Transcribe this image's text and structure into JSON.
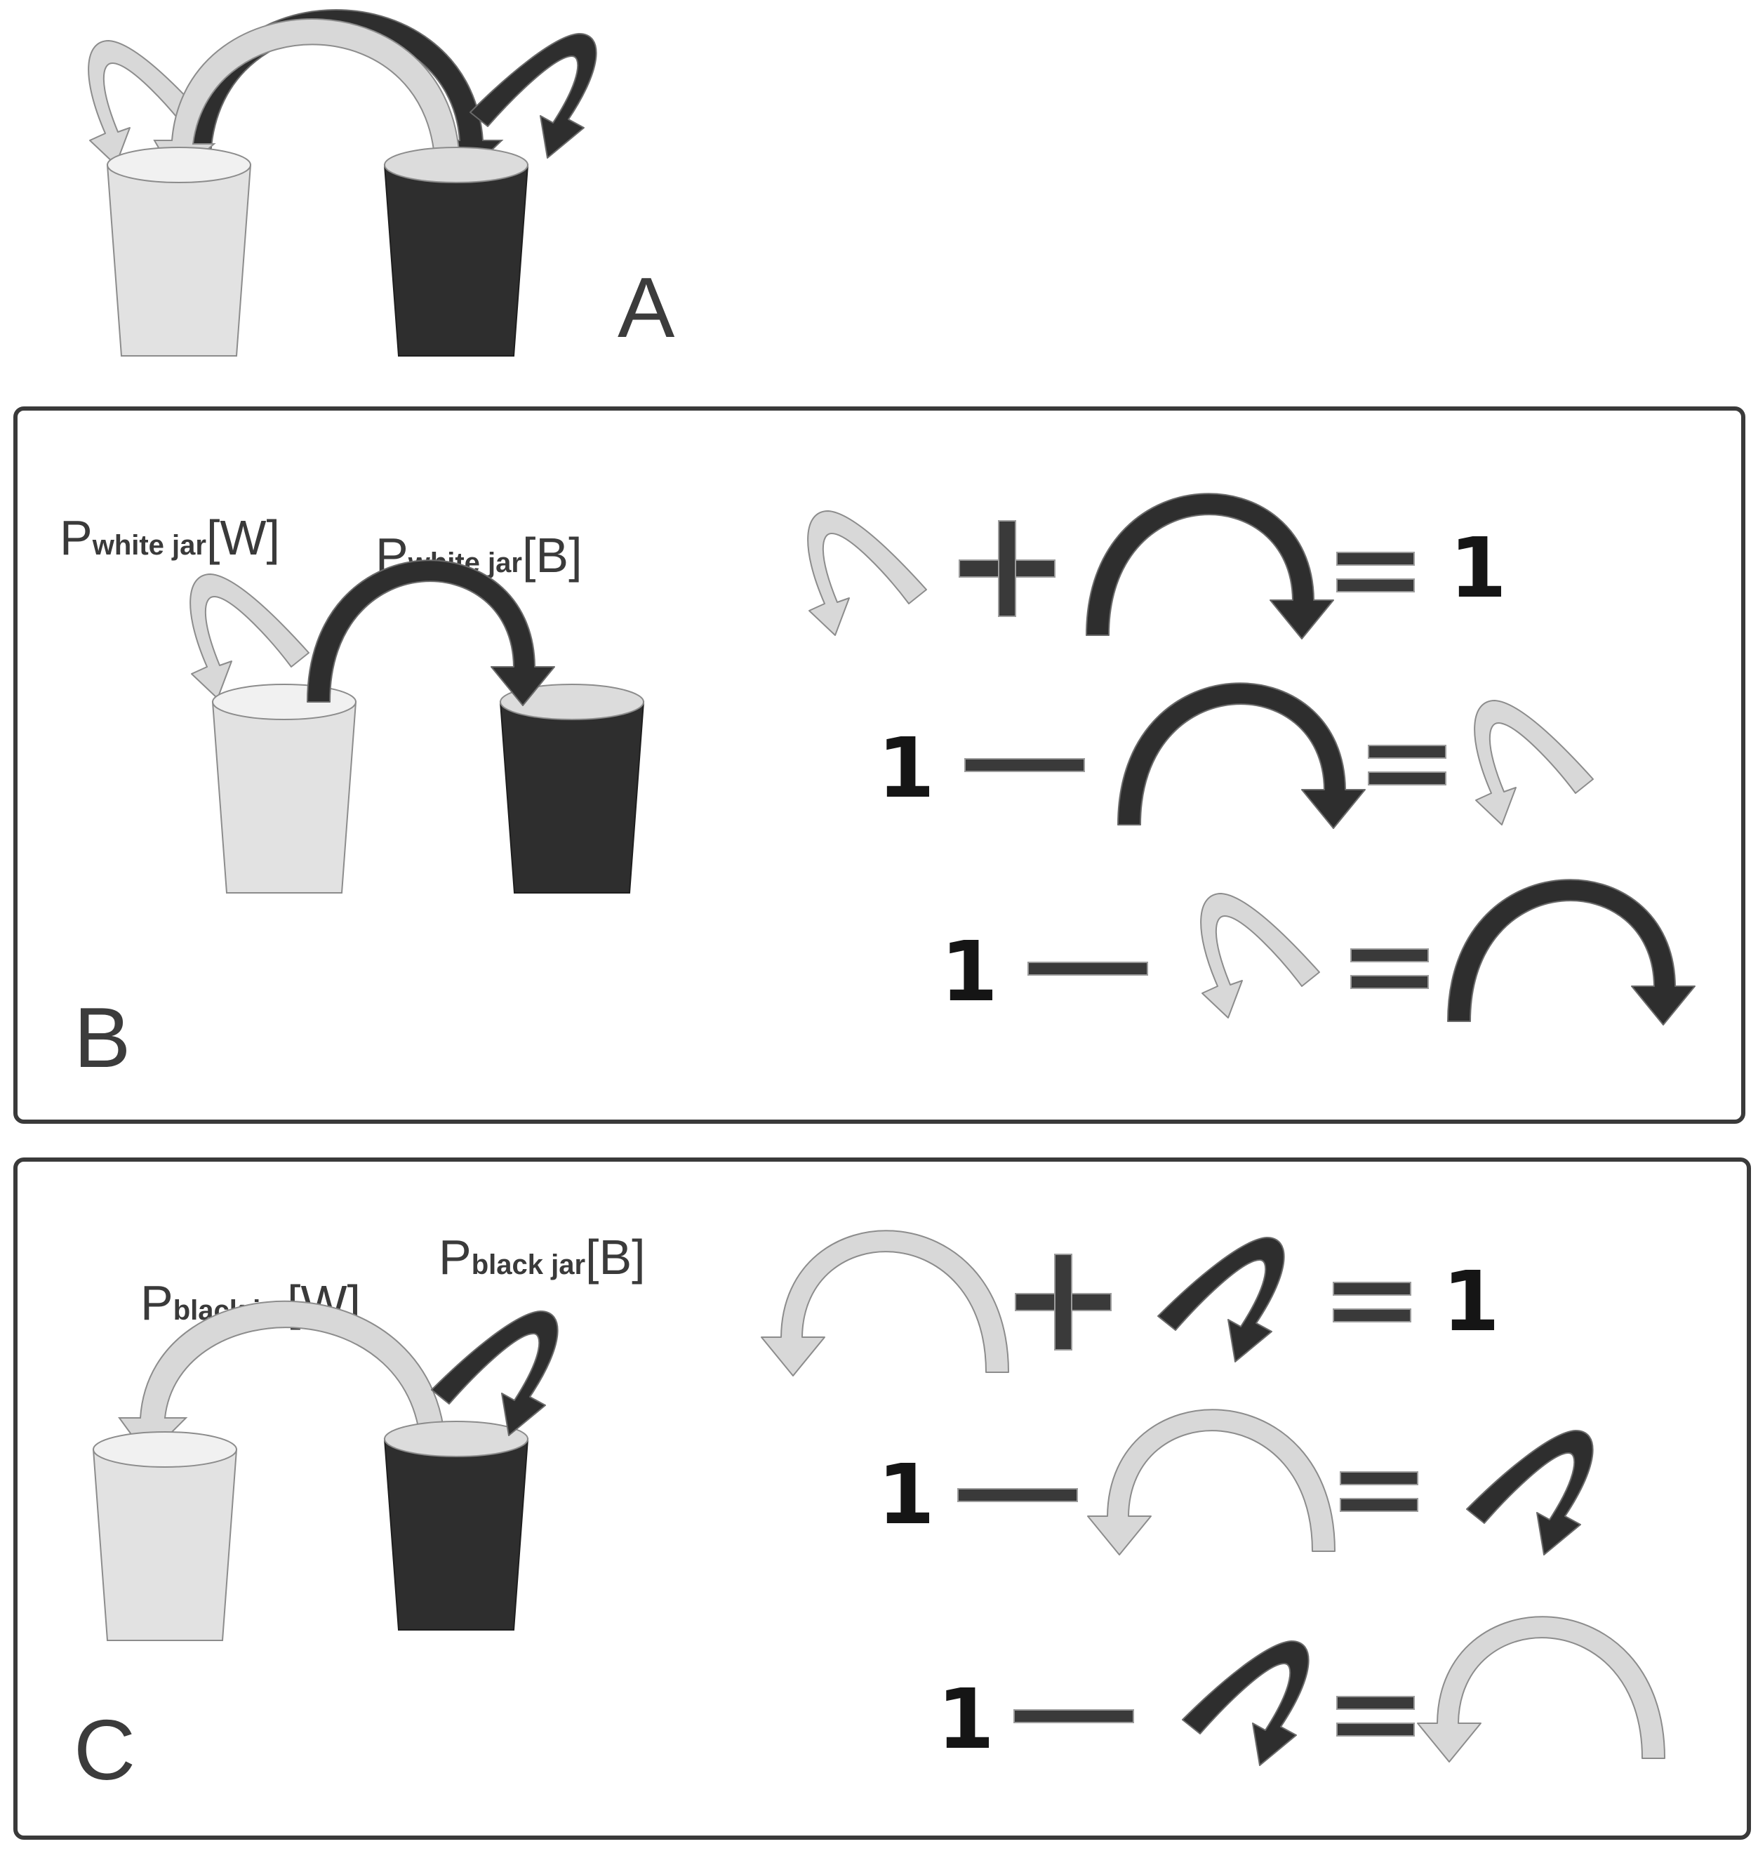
{
  "colors": {
    "white_jar": "#e2e2e2",
    "white_jar_top": "#f1f1f1",
    "black_jar": "#2e2e2e",
    "black_jar_top": "#dcdcdc",
    "white_arrow": "#d8d8d8",
    "black_arrow": "#2e2e2e",
    "outline": "#8c8c8c"
  },
  "panels": {
    "a": {
      "letter": "A"
    },
    "b": {
      "letter": "B",
      "label_left": {
        "main": "P",
        "sub": "white jar",
        "bracket": "[W]"
      },
      "label_right": {
        "main": "P",
        "sub": "white jar",
        "bracket": "[B]"
      },
      "equations": [
        {
          "lhs": "loop",
          "op": "+",
          "rhs_term": "arch",
          "result": "1"
        },
        {
          "lhs": "1",
          "op": "−",
          "rhs_term": "arch",
          "result": "loop"
        },
        {
          "lhs": "1",
          "op": "−",
          "rhs_term": "loop",
          "result": "arch"
        }
      ]
    },
    "c": {
      "letter": "C",
      "label_left": {
        "main": "P",
        "sub": "black jar",
        "bracket": "[W]"
      },
      "label_right": {
        "main": "P",
        "sub": "black jar",
        "bracket": "[B]"
      },
      "equations": [
        {
          "lhs": "arch",
          "op": "+",
          "rhs_term": "loop",
          "result": "1"
        },
        {
          "lhs": "1",
          "op": "−",
          "rhs_term": "arch",
          "result": "loop"
        },
        {
          "lhs": "1",
          "op": "−",
          "rhs_term": "loop",
          "result": "arch"
        }
      ]
    }
  },
  "equation_constant": "1"
}
